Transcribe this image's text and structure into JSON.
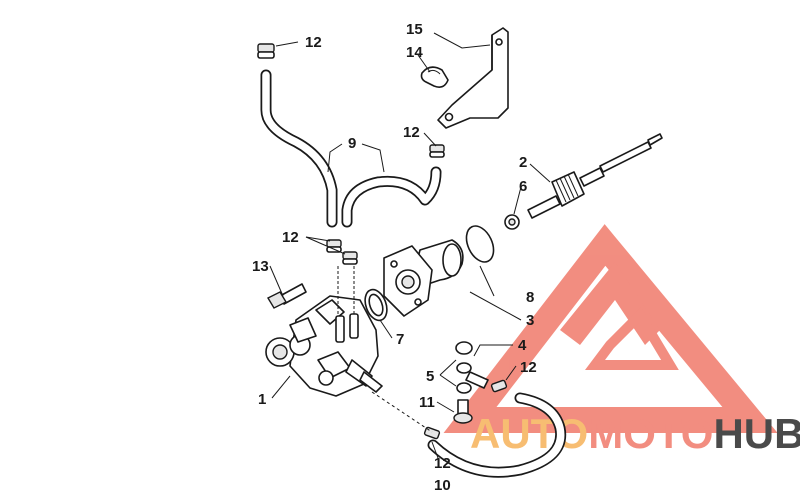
{
  "diagram": {
    "callouts": {
      "c1": "1",
      "c2": "2",
      "c3": "3",
      "c4": "4",
      "c5": "5",
      "c6": "6",
      "c7": "7",
      "c8": "8",
      "c9": "9",
      "c10": "10",
      "c11": "11",
      "c12a": "12",
      "c12b": "12",
      "c12c": "12",
      "c12d": "12",
      "c12e": "12",
      "c13": "13",
      "c14": "14",
      "c15": "15"
    },
    "watermark": {
      "word1": "AUTO",
      "word2": "MOTO",
      "word3": "HUB",
      "color_primary": "#f07a6a",
      "color_secondary": "#f6b25a",
      "color_tertiary": "#2b2b2b"
    }
  }
}
